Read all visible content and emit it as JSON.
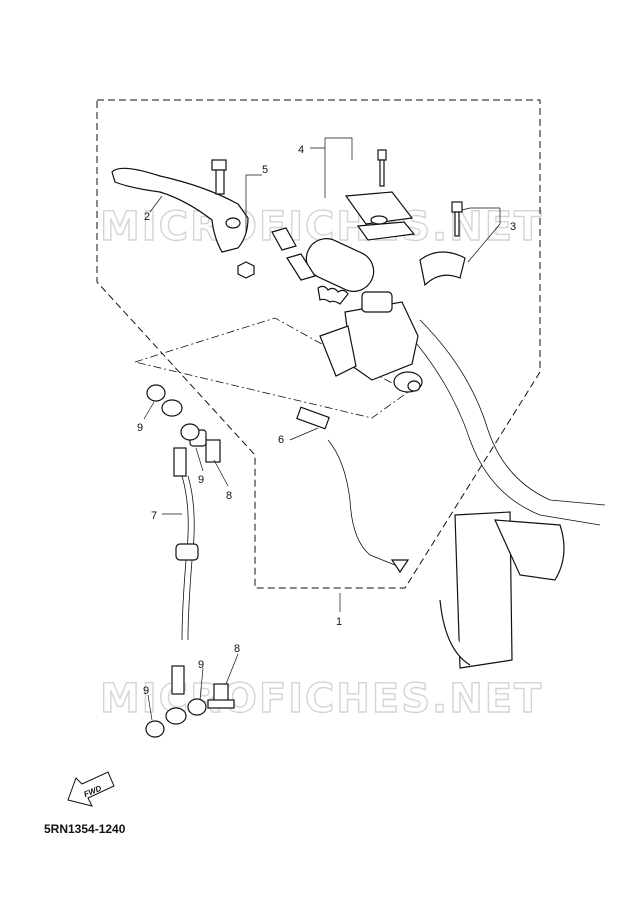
{
  "diagram": {
    "part_code": "5RN1354-1240",
    "watermark_text": "MICROFICHES.NET",
    "fwd_label": "FWD",
    "callouts": {
      "c1": "1",
      "c2": "2",
      "c3": "3",
      "c4": "4",
      "c5": "5",
      "c6": "6",
      "c7": "7",
      "c8a": "8",
      "c8b": "8",
      "c9a": "9",
      "c9b": "9",
      "c9c": "9",
      "c9d": "9"
    }
  }
}
